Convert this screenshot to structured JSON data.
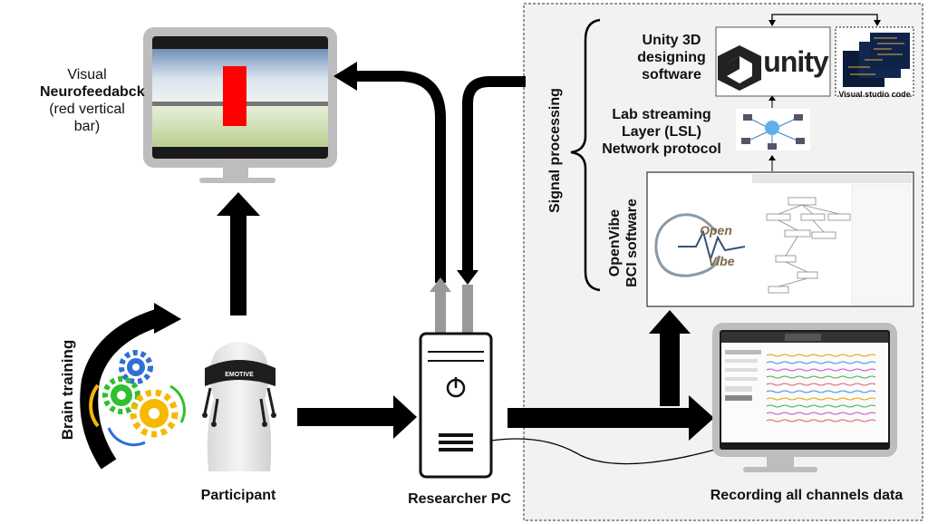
{
  "monitor_label": {
    "line1": "Visual",
    "line2": "Neurofeedabck",
    "line3": "(red vertical bar)"
  },
  "brain_training_label": "Brain training",
  "participant_label": "Participant",
  "researcher_label": "Researcher PC",
  "recording_label": "Recording all channels data",
  "signal_processing_label": "Signal processing",
  "unity": {
    "line1": "Unity 3D",
    "line2": "designing",
    "line3": "software",
    "logo_text": "unity"
  },
  "visual_studio_label": "Visual studio code",
  "lsl": {
    "line1": "Lab streaming",
    "line2": "Layer (LSL)",
    "line3": "Network protocol"
  },
  "openvibe": {
    "line1": "OpenVibe",
    "line2": "BCI software",
    "logo_word1": "Open",
    "logo_word2": "Vibe"
  },
  "headset_text": "EMOTIVE",
  "colors": {
    "neurofeedback_bar": "#ff0000",
    "arrow": "#000000",
    "gear_blue": "#2f6fd6",
    "gear_green": "#2ec02e",
    "gear_yellow": "#f6b800",
    "panel_bg": "#f2f2f2"
  }
}
